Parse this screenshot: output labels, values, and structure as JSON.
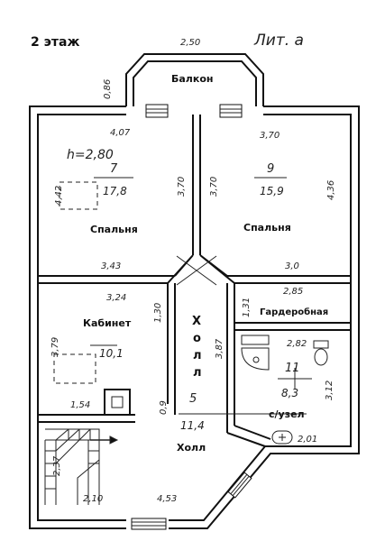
{
  "header": {
    "floor": "2 этаж",
    "lit": "Лит. а"
  },
  "rooms": {
    "balcony": "Балкон",
    "bedroom_left": {
      "label": "Спальня",
      "number": "7",
      "area": "17,8",
      "height": "h=2,80"
    },
    "bedroom_right": {
      "label": "Спальня",
      "number": "9",
      "area": "15,9"
    },
    "study": {
      "label": "Кабинет",
      "area": "10,1"
    },
    "wardrobe": "Гардеробная",
    "hall_vertical": [
      "Х",
      "о",
      "л",
      "л"
    ],
    "hall": {
      "label": "Холл",
      "number": "5",
      "area": "11,4"
    },
    "bathroom": {
      "label": "с/узел",
      "number": "11",
      "area": "8,3"
    },
    "bath_extra": "2,01"
  },
  "dimensions": {
    "top": "2,50",
    "balcony_side": "0,86",
    "top_left": "4,07",
    "top_right": "3,70",
    "wall_mid_left": "3,70",
    "wall_mid_right": "3,70",
    "left_442": "4,42",
    "right_436": "4,36",
    "mid_left": "3,43",
    "mid_right": "3,0",
    "study_top": "3,24",
    "study_right": "1,30",
    "wardrobe_top": "2,85",
    "wardrobe_side": "1,31",
    "study_side": "3,79",
    "hall_side": "3,87",
    "bath_top": "2,82",
    "bath_side": "3,12",
    "stair_top": "1,54",
    "hall_09": "0,9",
    "stair_side": "2,37",
    "bottom_left": "2,10",
    "bottom_mid": "4,53"
  }
}
